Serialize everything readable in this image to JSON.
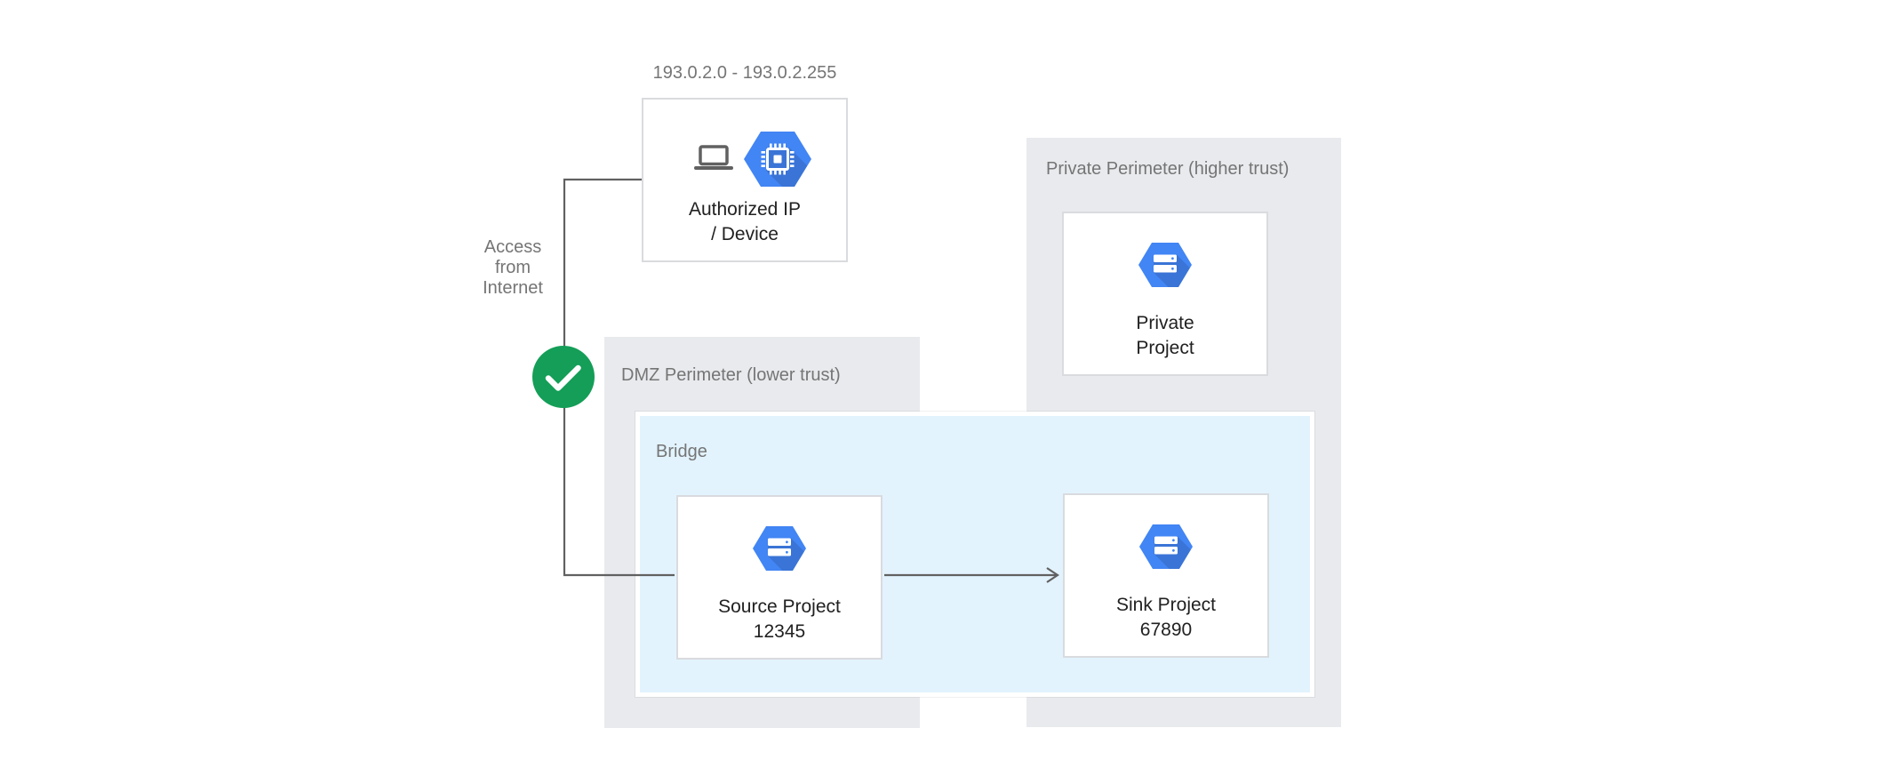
{
  "ip_range_label": "193.0.2.0 - 193.0.2.255",
  "access_label": {
    "lines": [
      "Access",
      "from",
      "Internet"
    ]
  },
  "authorized_box": {
    "lines": [
      "Authorized IP",
      "/ Device"
    ]
  },
  "perimeters": {
    "dmz": {
      "label": "DMZ Perimeter (lower trust)"
    },
    "private": {
      "label": "Private Perimeter (higher trust)"
    }
  },
  "bridge": {
    "label": "Bridge"
  },
  "projects": {
    "source": {
      "lines": [
        "Source Project",
        "12345"
      ]
    },
    "sink": {
      "lines": [
        "Sink Project",
        "67890"
      ]
    },
    "private": {
      "lines": [
        "Private",
        "Project"
      ]
    }
  },
  "icons": {
    "authorized_box": [
      "laptop-icon",
      "chip-hexagon-icon"
    ],
    "project_boxes": "servers-hexagon-icon",
    "access_status": "check-circle-icon"
  },
  "colors": {
    "hexagon_blue": "#4285f4",
    "perimeter_fill": "#e8eaed",
    "bridge_fill": "#e2f3fd",
    "check_green": "#149e57",
    "line_gray": "#616161",
    "muted_text": "#757575",
    "dark_text": "#212121",
    "box_border": "#d9dbde"
  }
}
